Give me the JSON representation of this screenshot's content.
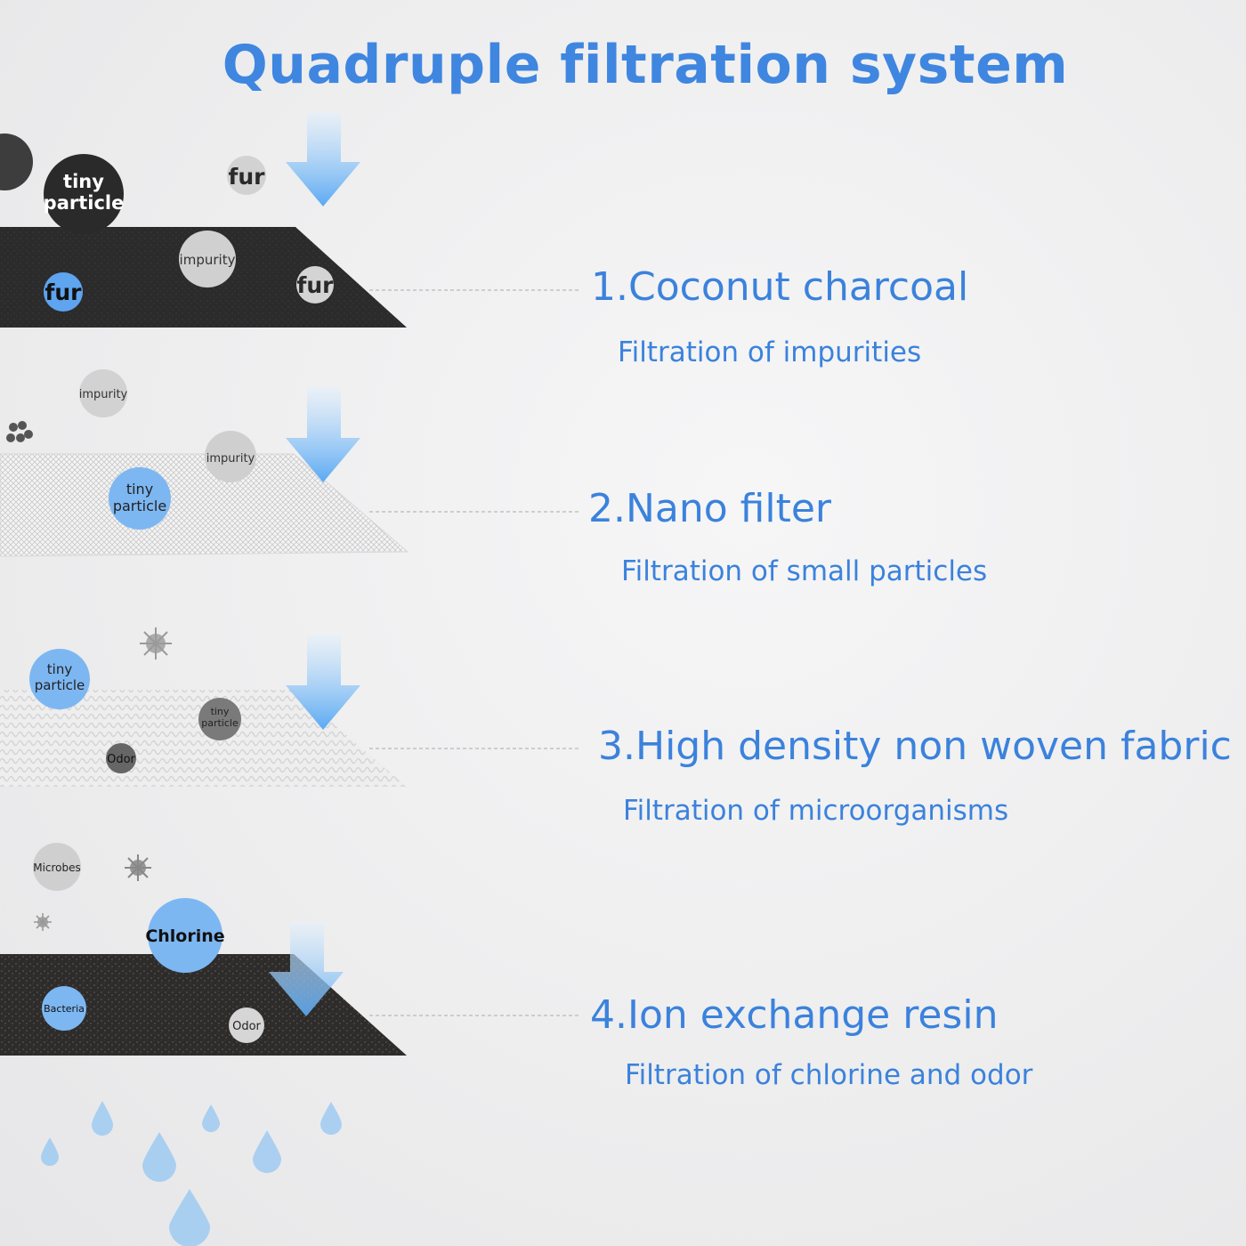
{
  "title": "Quadruple filtration system",
  "colors": {
    "accent": "#3f86e0",
    "arrow": "#66b0f5",
    "charcoal": "#2c2c2c",
    "drop": "#9fcbf2"
  },
  "layers": [
    {
      "name": "1.Coconut charcoal",
      "desc": "Filtration of impurities",
      "particles": [
        "tiny particle",
        "fur",
        "impurity",
        "fur",
        "fur"
      ]
    },
    {
      "name": "2.Nano filter",
      "desc": "Filtration of small particles",
      "particles": [
        "impurity",
        "impurity",
        "tiny particle"
      ]
    },
    {
      "name": "3.High density non woven fabric",
      "desc": "Filtration of microorganisms",
      "particles": [
        "tiny particle",
        "tiny particle",
        "Odor"
      ]
    },
    {
      "name": "4.Ion exchange resin",
      "desc": "Filtration of chlorine and odor",
      "particles": [
        "Microbes",
        "Chlorine",
        "Bacteria",
        "Odor"
      ]
    }
  ]
}
